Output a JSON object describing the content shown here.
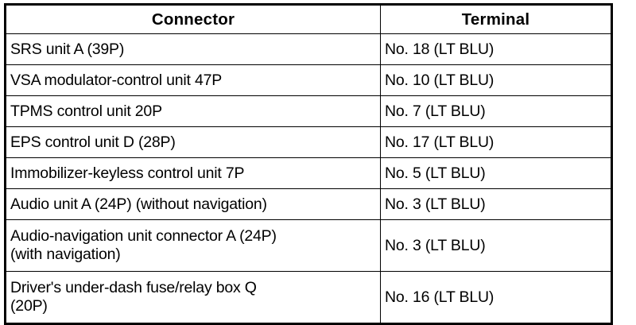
{
  "table": {
    "headers": {
      "connector": "Connector",
      "terminal": "Terminal"
    },
    "rows": [
      {
        "connector": "SRS unit A (39P)",
        "terminal": "No. 18 (LT BLU)",
        "lines": 1
      },
      {
        "connector": "VSA modulator-control unit 47P",
        "terminal": "No. 10 (LT BLU)",
        "lines": 1
      },
      {
        "connector": "TPMS control unit 20P",
        "terminal": "No. 7 (LT BLU)",
        "lines": 1
      },
      {
        "connector": "EPS control unit D (28P)",
        "terminal": "No. 17 (LT BLU)",
        "lines": 1
      },
      {
        "connector": "Immobilizer-keyless control unit 7P",
        "terminal": "No. 5 (LT BLU)",
        "lines": 1
      },
      {
        "connector": "Audio unit A (24P) (without navigation)",
        "terminal": "No. 3 (LT BLU)",
        "lines": 1
      },
      {
        "connector": "Audio-navigation unit connector A (24P)\n(with navigation)",
        "terminal": "No. 3 (LT BLU)",
        "lines": 2
      },
      {
        "connector": "Driver's under-dash fuse/relay box Q\n(20P)",
        "terminal": "No. 16 (LT BLU)",
        "lines": 2
      }
    ]
  },
  "colors": {
    "border": "#000000",
    "text": "#000000",
    "background": "#ffffff"
  }
}
